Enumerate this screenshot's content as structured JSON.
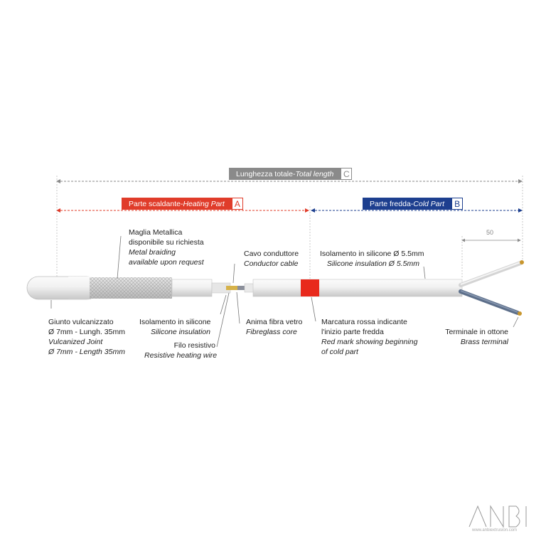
{
  "labels": {
    "total": {
      "it": "Lunghezza totale",
      "en": "Total length",
      "letter": "C"
    },
    "heating": {
      "it": "Parte scaldante",
      "en": "Heating Part",
      "letter": "A"
    },
    "cold": {
      "it": "Parte fredda",
      "en": "Cold Part",
      "letter": "B"
    },
    "separator": " - ",
    "dimension_50": "50",
    "braid": [
      "Maglia Metallica",
      "disponibile su richiesta",
      "Metal braiding",
      "available upon request"
    ],
    "conductor": [
      "Cavo conduttore",
      "Conductor cable"
    ],
    "insulation_cold": [
      "Isolamento in silicone Ø 5.5mm",
      "Silicone insulation Ø 5.5mm"
    ],
    "joint": [
      "Giunto vulcanizzato",
      "Ø 7mm - Lungh. 35mm",
      "Vulcanized Joint",
      "Ø 7mm - Length 35mm"
    ],
    "insulation": [
      "Isolamento in silicone",
      "Silicone insulation"
    ],
    "resistive": [
      "Filo resistivo",
      "Resistive heating wire"
    ],
    "fiberglass": [
      "Anima fibra vetro",
      "Fibreglass core"
    ],
    "red_mark": [
      "Marcatura rossa indicante",
      "l'inizio parte fredda",
      "Red mark showing beginning",
      "of cold part"
    ],
    "terminal": [
      "Terminale in ottone",
      "Brass terminal"
    ]
  },
  "logo": {
    "text": "ANBI",
    "url": "www.anbiextrusion.com"
  },
  "colors": {
    "heating": "#e03c2a",
    "cold": "#1d3f8f",
    "total": "#8a8a8a",
    "red_mark": "#e8291c",
    "cable": "#e4e4e4"
  }
}
